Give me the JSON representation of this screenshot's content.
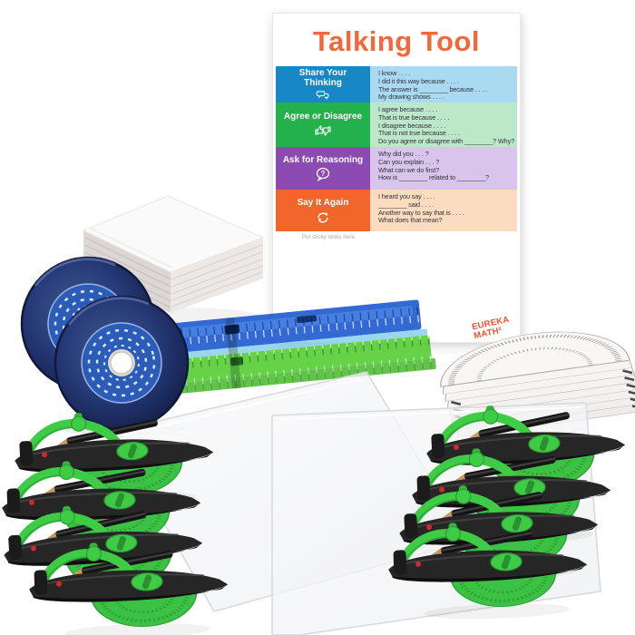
{
  "poster": {
    "title": "Talking Tool",
    "caption": "Put sticky notes here.",
    "brand_line1": "EUREKA",
    "brand_line2": "MATH²",
    "rows": [
      {
        "label": "Share Your Thinking",
        "icon": "speech-bubbles-icon",
        "color": "#1787c6",
        "tint": "#a9daf1",
        "prompts": [
          "I know . . . .",
          "I did it this way because . . . .",
          "The answer is ________ because . . . .",
          "My drawing shows . . . ."
        ]
      },
      {
        "label": "Agree or Disagree",
        "icon": "thumbs-up-down-icon",
        "color": "#22b14c",
        "tint": "#bce7c9",
        "prompts": [
          "I agree because . . . .",
          "That is true because . . . .",
          "I disagree because . . . .",
          "That is not true because . . . .",
          "Do you agree or disagree with ________? Why?"
        ]
      },
      {
        "label": "Ask for Reasoning",
        "icon": "question-bubble-icon",
        "icon_glyph": "?",
        "color": "#8c4bb0",
        "tint": "#d9c4ec",
        "prompts": [
          "Why did you . . . ?",
          "Can you explain . . . ?",
          "What can we do first?",
          "How is ________ related to ________?"
        ]
      },
      {
        "label": "Say It Again",
        "icon": "refresh-arrows-icon",
        "color": "#f2662c",
        "tint": "#fcdcc1",
        "prompts": [
          "I heard you say . . . .",
          "________ said . . . .",
          "Another way to say that is . . . .",
          "What does that mean?"
        ]
      }
    ]
  },
  "scene": {
    "items": [
      {
        "name": "sticky-note-pad",
        "count": 1
      },
      {
        "name": "painters-tape-roll",
        "count": 2,
        "color": "#22346f"
      },
      {
        "name": "ruler-stack",
        "count": 1,
        "colors": [
          "#1d62d6",
          "#49c32e"
        ]
      },
      {
        "name": "protractor-stack",
        "count": 1
      },
      {
        "name": "clear-dry-erase-board",
        "count": 2
      },
      {
        "name": "bullseye-compass",
        "count": 8,
        "colors": [
          "#232323",
          "#3ecb46"
        ]
      }
    ]
  },
  "colors": {
    "poster_title": "#f3683a",
    "brand": "#e8512b",
    "row_blue": "#1787c6",
    "row_green": "#22b14c",
    "row_purple": "#8c4bb0",
    "row_orange": "#f2662c",
    "tape_blue": "#22346f",
    "tape_label_blue": "#2a5cb8",
    "ruler_blue": "#1d62d6",
    "ruler_green": "#49c32e",
    "compass_green": "#3ecb46"
  }
}
